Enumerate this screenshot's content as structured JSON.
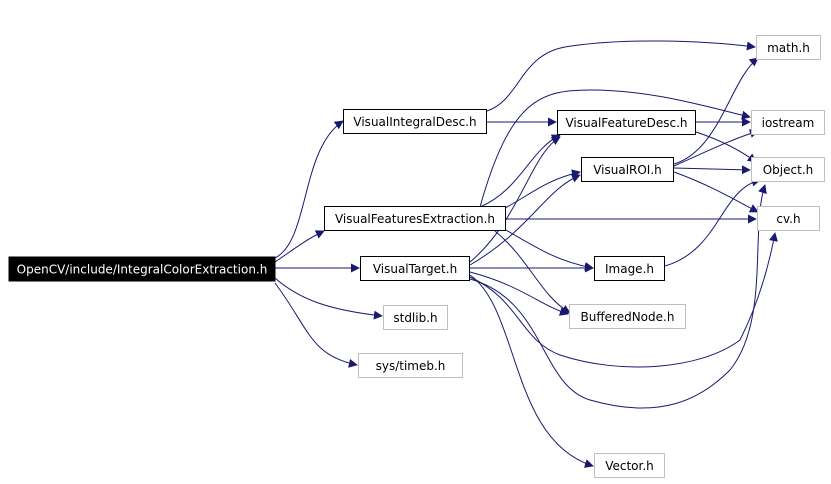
{
  "colors": {
    "edge": "#191970",
    "node_border": "#000000",
    "node_border_external": "#bfbfbf",
    "root_fill": "#000000",
    "root_text": "#ffffff",
    "text": "#000000",
    "background": "#ffffff"
  },
  "nodes": {
    "root": "OpenCV/include/IntegralColorExtraction.h",
    "visual_integral_desc": "VisualIntegralDesc.h",
    "visual_features_extraction": "VisualFeaturesExtraction.h",
    "visual_target": "VisualTarget.h",
    "stdlib": "stdlib.h",
    "sys_timeb": "sys/timeb.h",
    "visual_feature_desc": "VisualFeatureDesc.h",
    "visual_roi": "VisualROI.h",
    "image": "Image.h",
    "buffered_node": "BufferedNode.h",
    "vector": "Vector.h",
    "math": "math.h",
    "iostream": "iostream",
    "object": "Object.h",
    "cv": "cv.h"
  }
}
